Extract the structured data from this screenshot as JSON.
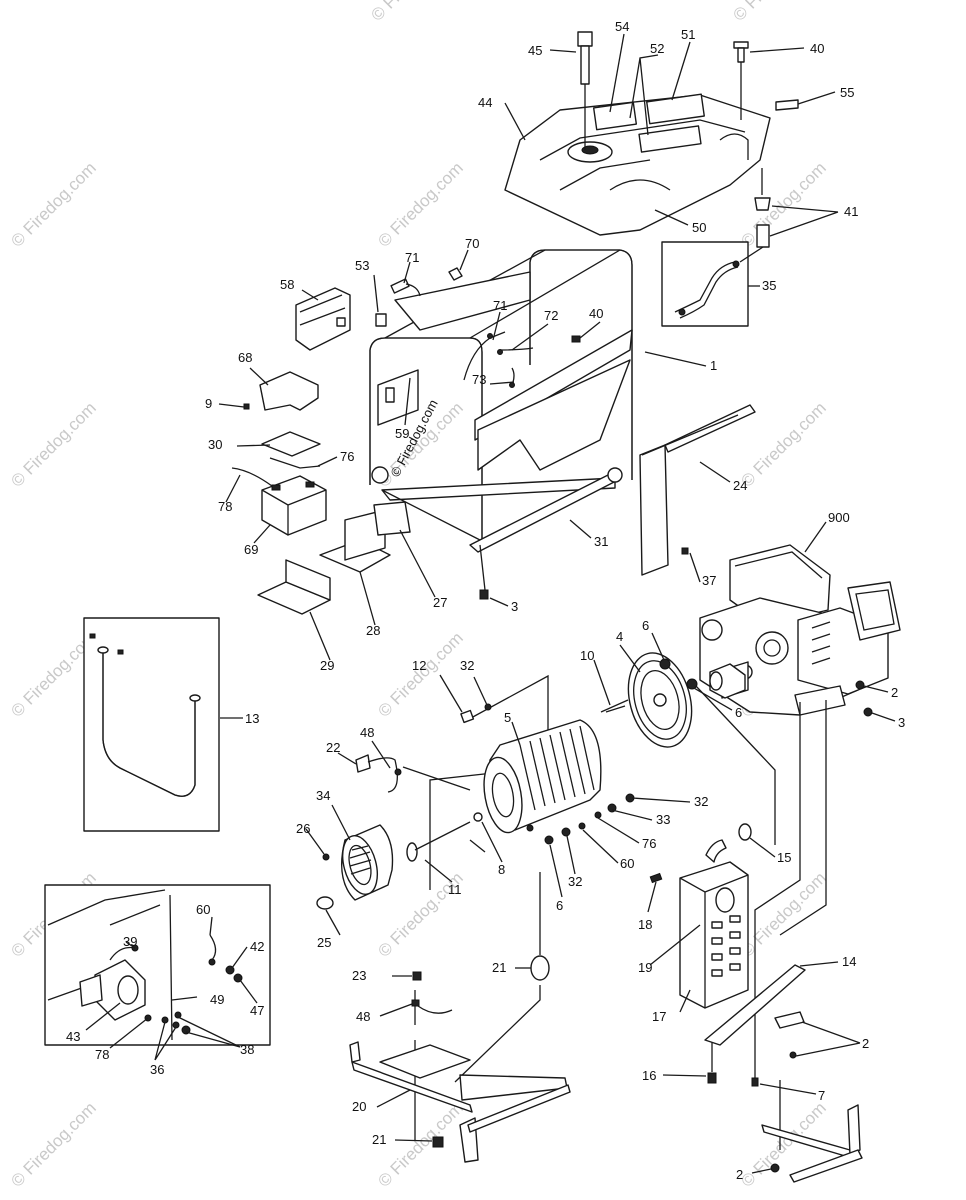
{
  "watermark": "© Firedog.com",
  "labels": [
    "45",
    "54",
    "51",
    "40",
    "52",
    "55",
    "44",
    "50",
    "41",
    "35",
    "70",
    "71",
    "53",
    "58",
    "40",
    "71",
    "72",
    "1",
    "73",
    "68",
    "9",
    "59",
    "30",
    "76",
    "24",
    "78",
    "69",
    "31",
    "900",
    "27",
    "28",
    "3",
    "29",
    "37",
    "13",
    "12",
    "32",
    "10",
    "4",
    "6",
    "2",
    "6",
    "3",
    "5",
    "48",
    "22",
    "34",
    "32",
    "33",
    "26",
    "76",
    "15",
    "8",
    "60",
    "11",
    "32",
    "6",
    "25",
    "18",
    "19",
    "21",
    "14",
    "23",
    "48",
    "17",
    "2",
    "20",
    "16",
    "7",
    "21",
    "2",
    "60",
    "39",
    "42",
    "49",
    "47",
    "43",
    "38",
    "78",
    "36"
  ],
  "colors": {
    "line": "#1a1a1a",
    "watermark": "#c9c9c9",
    "background": "#ffffff"
  }
}
